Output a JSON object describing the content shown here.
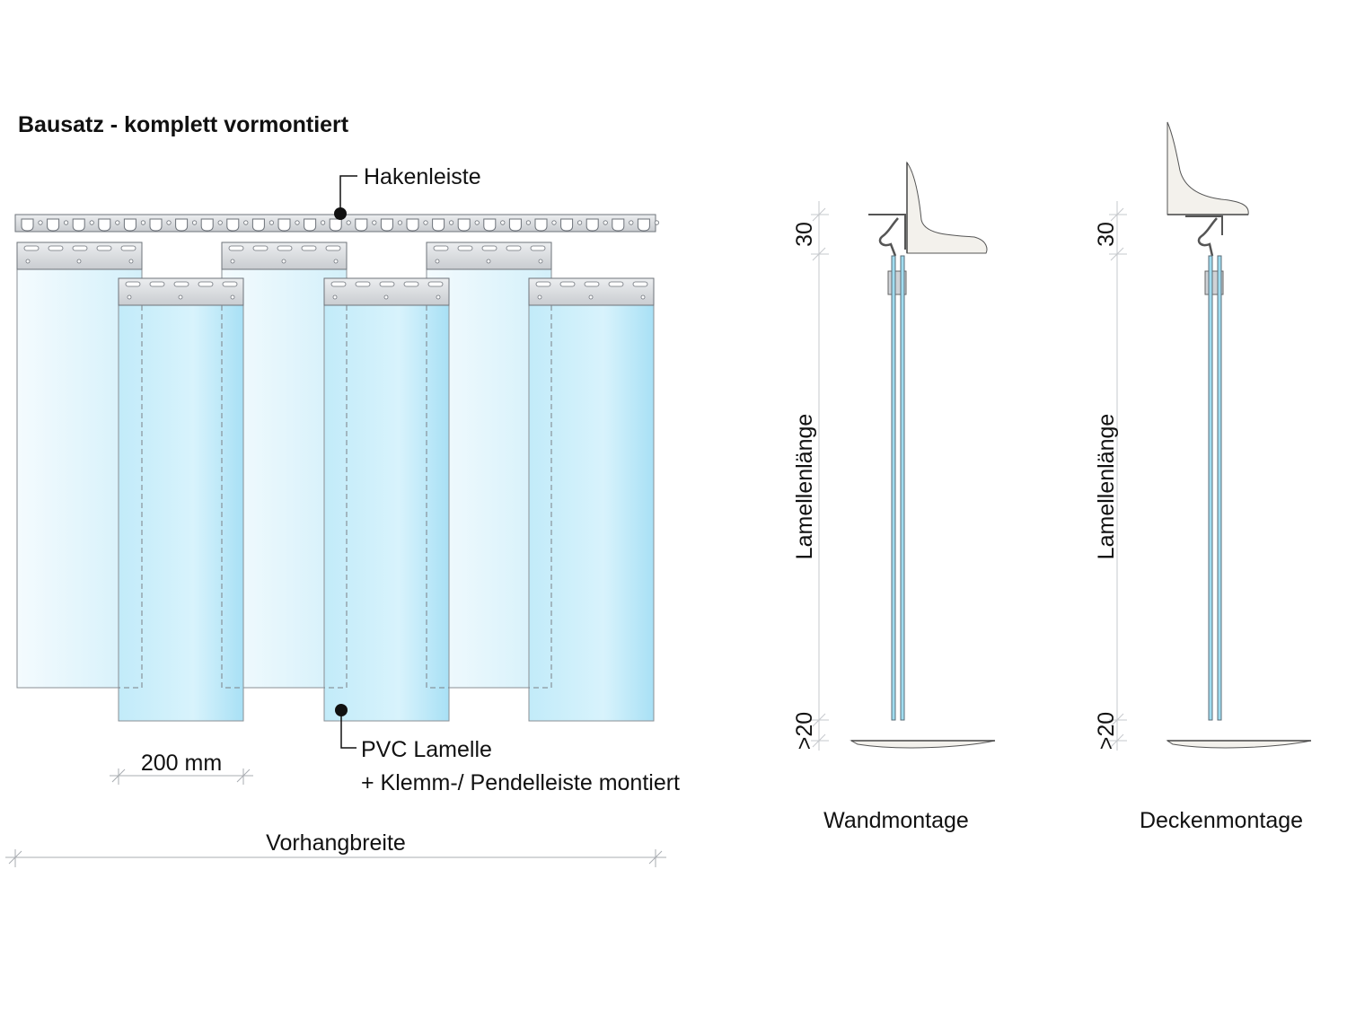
{
  "title": "Bausatz - komplett vormontiert",
  "front_view": {
    "hook_rail_label": "Hakenleiste",
    "strip_label_line1": "PVC Lamelle",
    "strip_label_line2": "+ Klemm-/ Pendelleiste montiert",
    "strip_width_label": "200 mm",
    "curtain_width_label": "Vorhangbreite"
  },
  "side_views": [
    {
      "caption": "Wandmontage",
      "top_dim": "30",
      "length_dim": "Lamellenlänge",
      "bottom_dim": ">20"
    },
    {
      "caption": "Deckenmontage",
      "top_dim": "30",
      "length_dim": "Lamellenlänge",
      "bottom_dim": ">20"
    }
  ],
  "colors": {
    "strip_light": "#e9f7fc",
    "strip_front": "#bfe9f8",
    "metal": "#d7d9dc",
    "wall": "#f3f1ec"
  }
}
